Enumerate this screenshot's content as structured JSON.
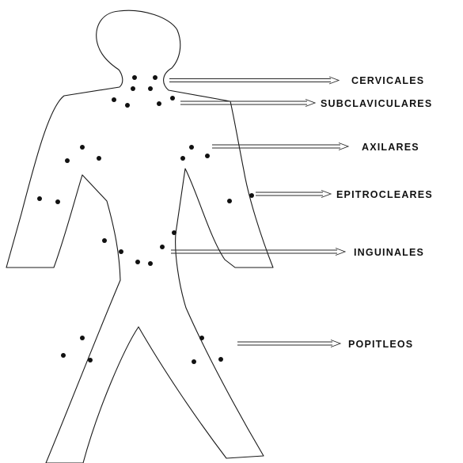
{
  "regions": [
    {
      "id": "cervicales",
      "label": "CERVICALES"
    },
    {
      "id": "subclaviculares",
      "label": "SUBCLAVICULARES"
    },
    {
      "id": "axilares",
      "label": "AXILARES"
    },
    {
      "id": "epitrocleares",
      "label": "EPITROCLEARES"
    },
    {
      "id": "inguinales",
      "label": "INGUINALES"
    },
    {
      "id": "popitleos",
      "label": "POPITLEOS"
    }
  ],
  "colors": {
    "outline": "#1a1a1a",
    "node": "#111111",
    "text": "#111111",
    "background": "#ffffff"
  }
}
